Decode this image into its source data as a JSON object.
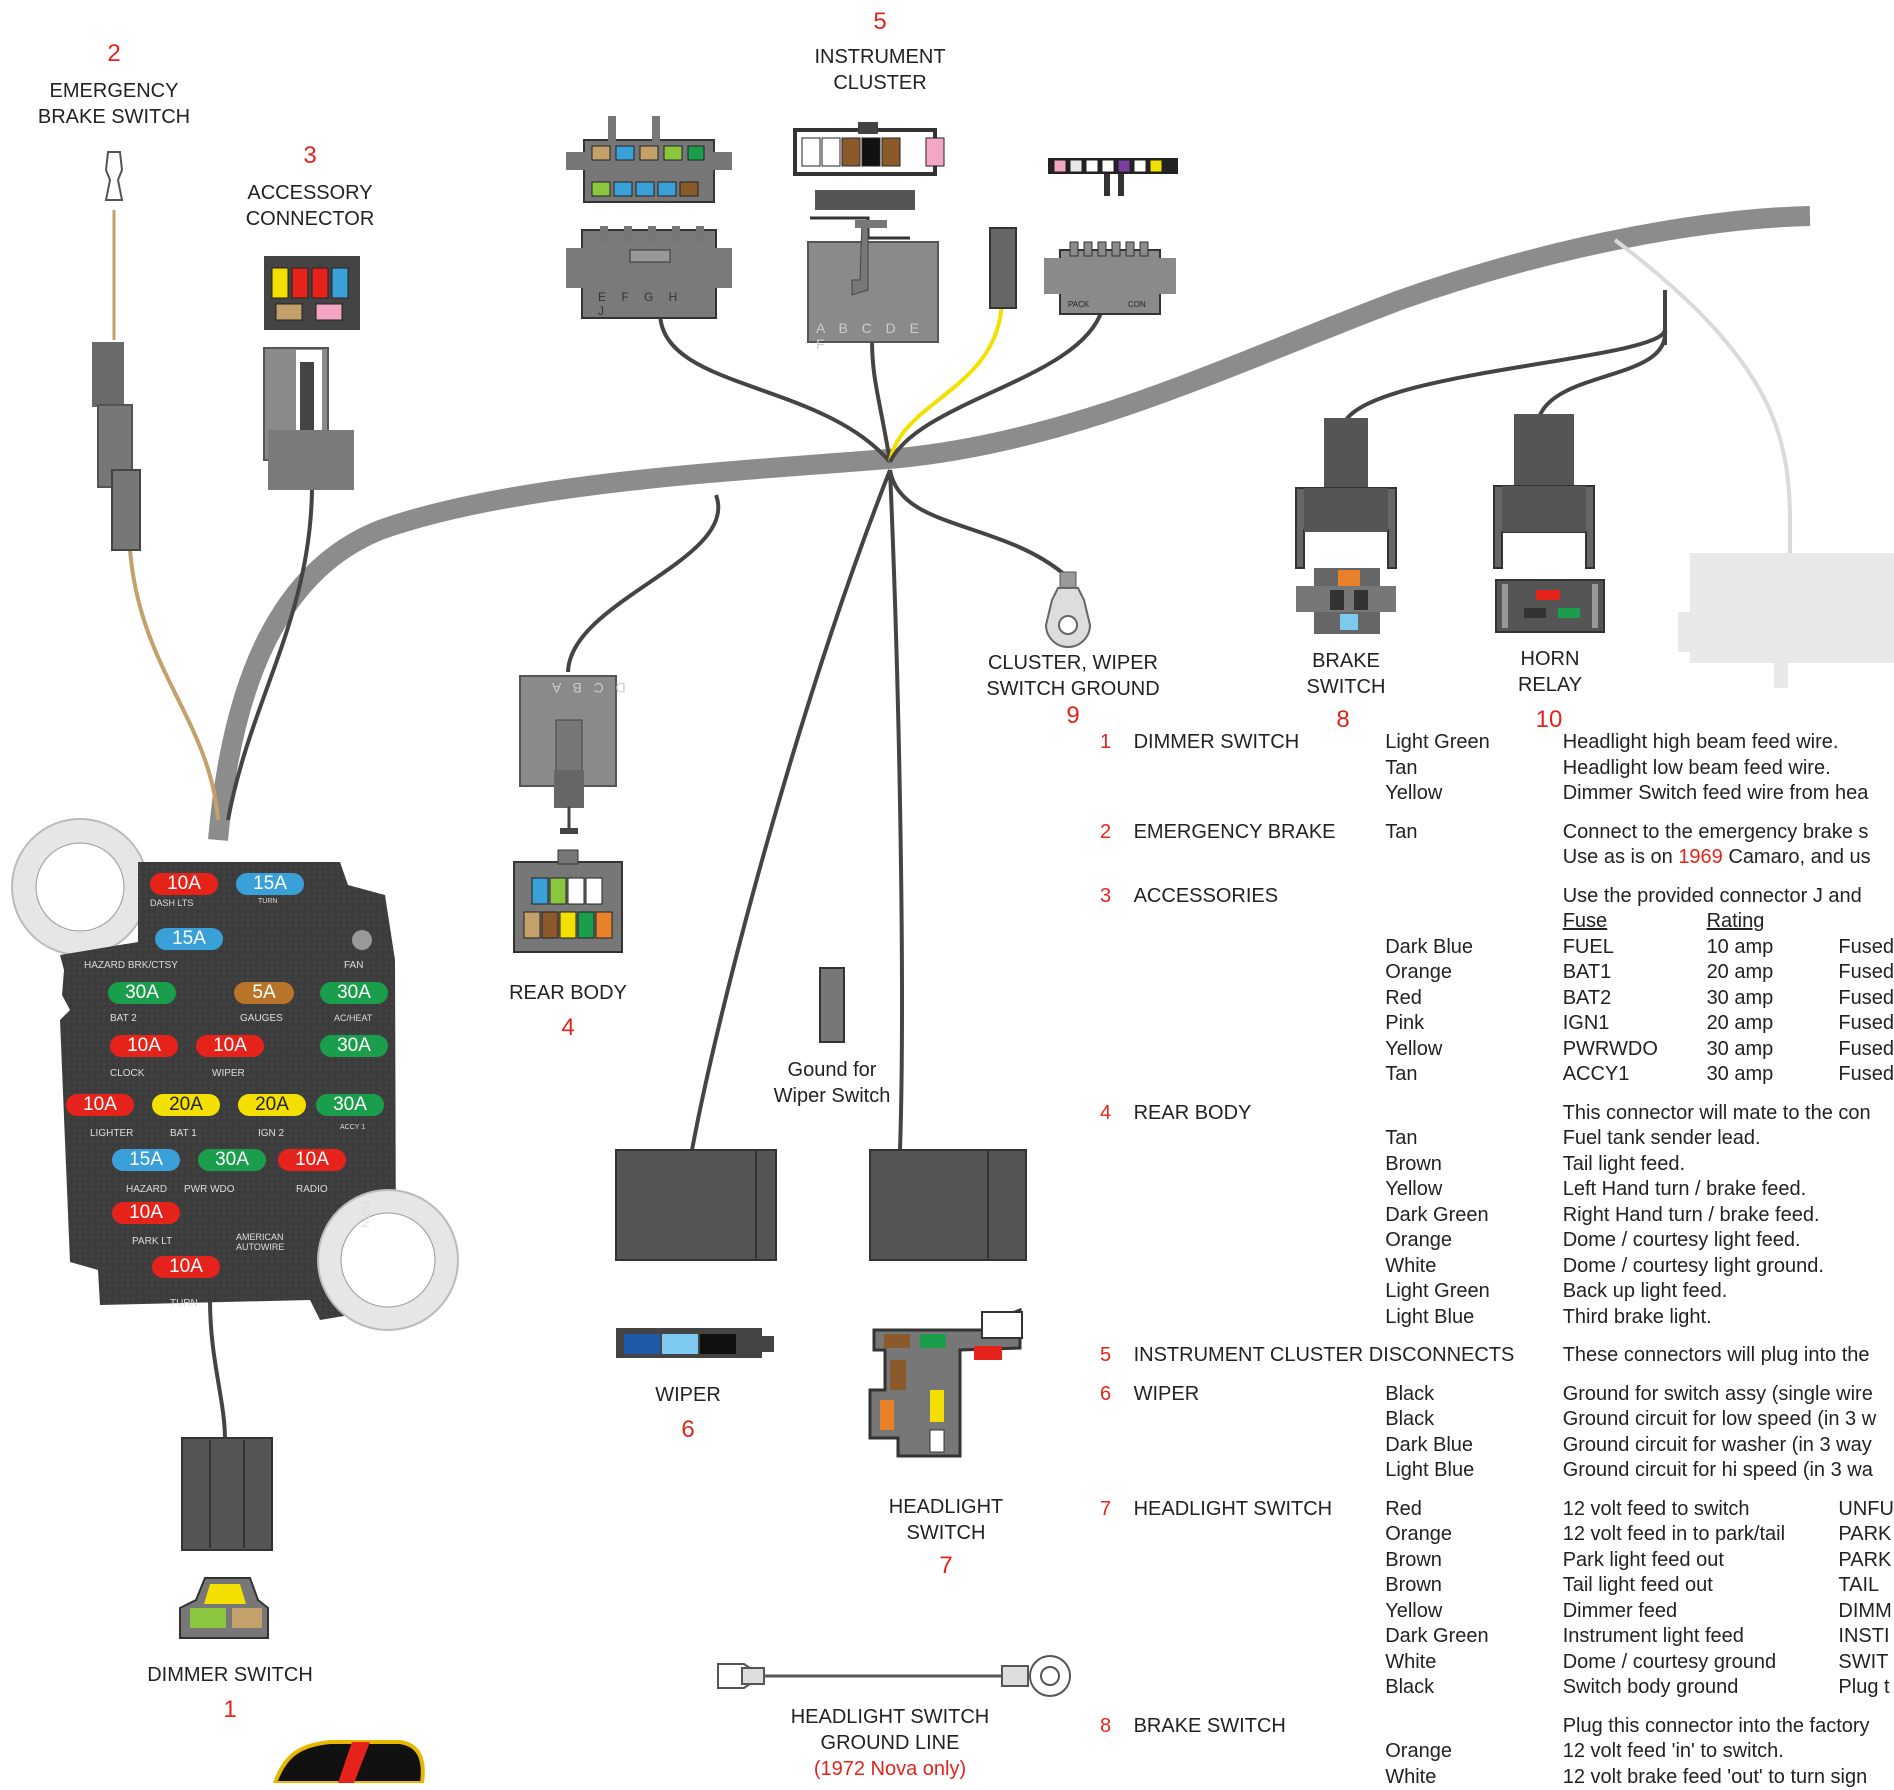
{
  "labels": {
    "dimmer_num": "1",
    "dimmer_title": "DIMMER SWITCH",
    "ebrake_num": "2",
    "ebrake_title_1": "EMERGENCY",
    "ebrake_title_2": "BRAKE SWITCH",
    "access_num": "3",
    "access_title_1": "ACCESSORY",
    "access_title_2": "CONNECTOR",
    "rear_num": "4",
    "rear_title": "REAR BODY",
    "cluster_num": "5",
    "cluster_title_1": "INSTRUMENT",
    "cluster_title_2": "CLUSTER",
    "wiper_num": "6",
    "wiper_title": "WIPER",
    "headlight_num": "7",
    "headlight_title_1": "HEADLIGHT",
    "headlight_title_2": "SWITCH",
    "brake_num": "8",
    "brake_title_1": "BRAKE",
    "brake_title_2": "SWITCH",
    "ground_num": "9",
    "ground_title_1": "CLUSTER, WIPER",
    "ground_title_2": "SWITCH GROUND",
    "horn_num": "10",
    "horn_title_1": "HORN",
    "horn_title_2": "RELAY",
    "wiper_ground_1": "Gound for",
    "wiper_ground_2": "Wiper Switch",
    "hl_ground_1": "HEADLIGHT SWITCH",
    "hl_ground_2": "GROUND LINE",
    "hl_ground_3": "(1972 Nova only)"
  },
  "connector_letters": {
    "cluster_left": "E F G H J",
    "cluster_mid": "A B C D E F",
    "pack": "PACK",
    "con": "CON",
    "rear_body": "D C B A"
  },
  "fuse_panel": {
    "fuses": [
      "10A",
      "15A",
      "15A",
      "30A",
      "5A",
      "30A",
      "10A",
      "10A",
      "30A",
      "10A",
      "20A",
      "20A",
      "30A",
      "15A",
      "30A",
      "10A",
      "10A",
      "10A"
    ],
    "labels": [
      "DASH LTS",
      "TURN",
      "HAZARD BRK/CTSY",
      "FAN",
      "BAT 2",
      "GAUGES",
      "AC/HEAT",
      "CLOCK",
      "WIPER",
      "LIGHTER",
      "BAT 1",
      "IGN 2",
      "ACCY 1",
      "HAZARD",
      "PWR WDO",
      "RADIO",
      "PARK LT",
      "AMERICAN AUTOWIRE",
      "TURN",
      "TURN"
    ]
  },
  "legend": {
    "s1": {
      "num": "1",
      "name": "DIMMER SWITCH",
      "rows": [
        {
          "color": "Light Green",
          "desc": "Headlight high beam feed wire."
        },
        {
          "color": "Tan",
          "desc": "Headlight low beam feed wire."
        },
        {
          "color": "Yellow",
          "desc": "Dimmer Switch feed wire from hea"
        }
      ]
    },
    "s2": {
      "num": "2",
      "name": "EMERGENCY BRAKE",
      "color": "Tan",
      "desc1": "Connect to the emergency brake s",
      "desc2a": "Use as is on ",
      "desc2b": "1969",
      "desc2c": " Camaro, and us"
    },
    "s3": {
      "num": "3",
      "name": "ACCESSORIES",
      "intro": "Use the provided connector J and",
      "h_fuse": "Fuse",
      "h_rating": "Rating",
      "rows": [
        {
          "color": "Dark Blue",
          "fuse": "FUEL",
          "rating": "10 amp",
          "desc": "Fused"
        },
        {
          "color": "Orange",
          "fuse": "BAT1",
          "rating": "20 amp",
          "desc": "Fused"
        },
        {
          "color": "Red",
          "fuse": "BAT2",
          "rating": "30 amp",
          "desc": "Fused"
        },
        {
          "color": "Pink",
          "fuse": "IGN1",
          "rating": "20 amp",
          "desc": "Fused"
        },
        {
          "color": "Yellow",
          "fuse": "PWRWDO",
          "rating": "30 amp",
          "desc": "Fused"
        },
        {
          "color": "Tan",
          "fuse": "ACCY1",
          "rating": "30 amp",
          "desc": "Fused"
        }
      ]
    },
    "s4": {
      "num": "4",
      "name": "REAR BODY",
      "intro": "This connector will mate to the con",
      "rows": [
        {
          "color": "Tan",
          "desc": "Fuel tank sender lead."
        },
        {
          "color": "Brown",
          "desc": "Tail light feed."
        },
        {
          "color": "Yellow",
          "desc": "Left Hand turn / brake feed."
        },
        {
          "color": "Dark Green",
          "desc": "Right Hand turn / brake feed."
        },
        {
          "color": "Orange",
          "desc": "Dome / courtesy light feed."
        },
        {
          "color": "White",
          "desc": "Dome / courtesy light ground."
        },
        {
          "color": "Light Green",
          "desc": "Back up light feed."
        },
        {
          "color": "Light Blue",
          "desc": "Third brake light."
        }
      ]
    },
    "s5": {
      "num": "5",
      "name": "INSTRUMENT CLUSTER DISCONNECTS",
      "desc": "These connectors will plug into the"
    },
    "s6": {
      "num": "6",
      "name": "WIPER",
      "rows": [
        {
          "color": "Black",
          "desc": "Ground for switch assy (single wire"
        },
        {
          "color": "Black",
          "desc": "Ground circuit for low speed (in 3 w"
        },
        {
          "color": "Dark Blue",
          "desc": "Ground circuit for washer (in 3 way"
        },
        {
          "color": "Light Blue",
          "desc": "Ground circuit for hi speed (in 3 wa"
        }
      ]
    },
    "s7": {
      "num": "7",
      "name": "HEADLIGHT SWITCH",
      "rows": [
        {
          "color": "Red",
          "desc": "12 volt feed to switch",
          "extra": "UNFU"
        },
        {
          "color": "Orange",
          "desc": "12 volt feed in to park/tail",
          "extra": "PARK"
        },
        {
          "color": "Brown",
          "desc": "Park light feed out",
          "extra": "PARK"
        },
        {
          "color": "Brown",
          "desc": "Tail light feed out",
          "extra": "TAIL"
        },
        {
          "color": "Yellow",
          "desc": "Dimmer feed",
          "extra": "DIMM"
        },
        {
          "color": "Dark Green",
          "desc": "Instrument light feed",
          "extra": "INSTI"
        },
        {
          "color": "White",
          "desc": "Dome / courtesy ground",
          "extra": "SWIT"
        },
        {
          "color": "Black",
          "desc": "Switch body ground",
          "extra": "Plug t"
        }
      ]
    },
    "s8": {
      "num": "8",
      "name": "BRAKE SWITCH",
      "intro": "Plug this connector into the factory",
      "rows": [
        {
          "color": "Orange",
          "desc": "12 volt feed 'in' to switch."
        },
        {
          "color": "White",
          "desc": "12 volt brake feed 'out' to turn sign"
        }
      ]
    }
  }
}
